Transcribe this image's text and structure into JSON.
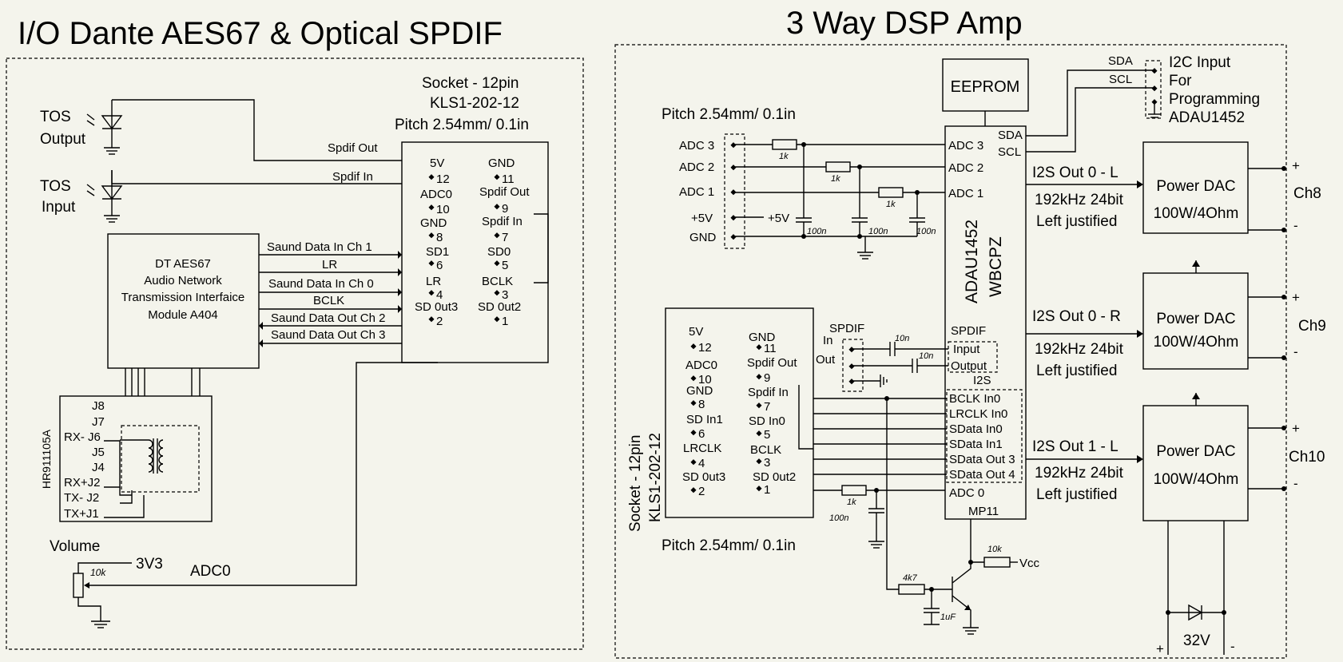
{
  "left_panel": {
    "title": "I/O  Dante AES67  & Optical SPDIF",
    "tos_output": [
      "TOS",
      "Output"
    ],
    "tos_input": [
      "TOS",
      "Input"
    ],
    "socket": [
      "Socket - 12pin",
      "KLS1-202-12",
      "Pitch 2.54mm/ 0.1in"
    ],
    "spdif_out": "Spdif Out",
    "spdif_in": "Spdif In",
    "pins_left": [
      "5V",
      "12",
      "ADC0",
      "10",
      "GND",
      "8",
      "SD1",
      "6",
      "LR",
      "4",
      "SD 0ut3",
      "2"
    ],
    "pins_right": [
      "GND",
      "11",
      "Spdif Out",
      "9",
      "Spdif In",
      "7",
      "SD0",
      "5",
      "BCLK",
      "3",
      "SD 0ut2",
      "1"
    ],
    "module": [
      "DT AES67",
      "Audio Network",
      "Transmission Interfaice",
      "Module A404"
    ],
    "signals": [
      "Saund Data In Ch 1",
      "LR",
      "Saund Data In Ch 0",
      "BCLK",
      "Saund Data Out Ch 2",
      "Saund Data Out Ch 3"
    ],
    "jack_part": "HR911105A",
    "jack_pins": [
      "J8",
      "J7",
      "RX- J6",
      "J5",
      "J4",
      "RX+J2",
      "TX- J2",
      "TX+J1"
    ],
    "volume": "Volume",
    "v3v3": "3V3",
    "pot": "10k",
    "adc0": "ADC0"
  },
  "right_panel": {
    "title": "3 Way DSP Amp",
    "eeprom": "EEPROM",
    "i2c": [
      "SDA",
      "SCL",
      "I2C Input",
      "For",
      "Programming",
      "ADAU1452"
    ],
    "pitch_top": "Pitch 2.54mm/ 0.1in",
    "pitch_bottom": "Pitch 2.54mm/ 0.1in",
    "adc_pins": [
      "ADC 3",
      "ADC 2",
      "ADC 1",
      "+5V",
      "GND"
    ],
    "plus5v": "+5V",
    "res1k": "1k",
    "cap100n": "100n",
    "chip_pins_top": [
      "ADC 3",
      "ADC 2",
      "ADC 1"
    ],
    "chip_sda": "SDA",
    "chip_scl": "SCL",
    "chip_name": [
      "ADAU1452",
      "WBCPZ"
    ],
    "chip_spdif": [
      "SPDIF",
      "Input",
      "Output",
      "I2S"
    ],
    "chip_i2s_pins": [
      "BCLK In0",
      "LRCLK In0",
      "SData In0",
      "SData In1",
      "SData Out 3",
      "SData Out 4"
    ],
    "chip_adc0": "ADC 0",
    "chip_mp11": "MP11",
    "socket_vertical": [
      "Socket - 12pin",
      "KLS1-202-12"
    ],
    "socket_pins_left": [
      "5V",
      "12",
      "ADC0",
      "10",
      "GND",
      "8",
      "SD In1",
      "6",
      "LRCLK",
      "4",
      "SD 0ut3",
      "2"
    ],
    "socket_pins_right": [
      "GND",
      "11",
      "Spdif Out",
      "9",
      "Spdif In",
      "7",
      "SD In0",
      "5",
      "BCLK",
      "3",
      "SD 0ut2",
      "1"
    ],
    "spdif_block": [
      "SPDIF",
      "In",
      "Out"
    ],
    "cap10n": "10n",
    "outputs": [
      {
        "label": "I2S Out 0 -  L",
        "rate": "192kHz 24bit",
        "format": "Left justified",
        "dac": [
          "Power DAC",
          "100W/4Ohm"
        ],
        "ch": "Ch8"
      },
      {
        "label": "I2S Out 0 - R",
        "rate": "192kHz 24bit",
        "format": "Left justified",
        "dac": [
          "Power DAC",
          "100W/4Ohm"
        ],
        "ch": "Ch9"
      },
      {
        "label": "I2S Out 1 -  L",
        "rate": "192kHz 24bit",
        "format": "Left justified",
        "dac": [
          "Power DAC",
          "100W/4Ohm"
        ],
        "ch": "Ch10"
      }
    ],
    "plus": "+",
    "minus": "-",
    "res10k": "10k",
    "vcc": "Vcc",
    "res4k7": "4k7",
    "cap1uf": "1uF",
    "supply": "32V"
  }
}
